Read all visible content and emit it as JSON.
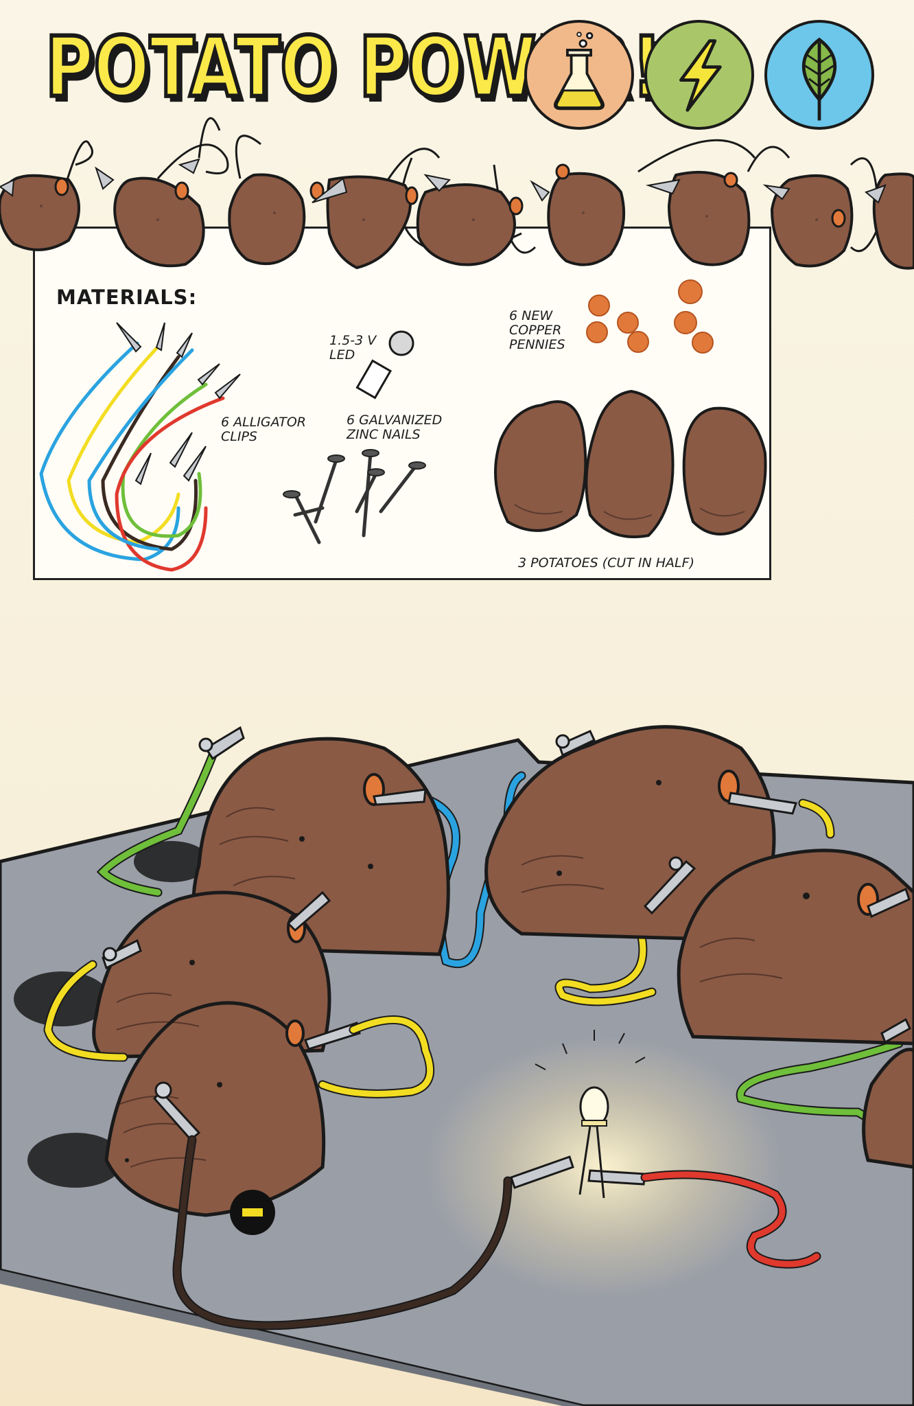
{
  "header": {
    "title": "POTATO POWER!",
    "badges": [
      {
        "icon": "flask-icon",
        "color": "#f1b98a"
      },
      {
        "icon": "lightning-icon",
        "color": "#a9c769"
      },
      {
        "icon": "leaf-icon",
        "color": "#6cc7ea"
      }
    ]
  },
  "materials": {
    "heading": "MATERIALS:",
    "items": {
      "led": [
        "1.5-3 V",
        "LED"
      ],
      "pennies": [
        "6 NEW",
        "COPPER",
        "PENNIES"
      ],
      "clips": [
        "6 ALLIGATOR",
        "CLIPS"
      ],
      "nails": [
        "6 GALVANIZED",
        "ZINC NAILS"
      ],
      "potatoes": [
        "3 POTATOES (CUT IN HALF)"
      ]
    }
  },
  "circuit": {
    "terminal_symbol": "−"
  },
  "colors": {
    "potato": "#8a5a45",
    "potato_dark": "#6e4434",
    "tray": "#9a9ea7",
    "penny": "#e1793a",
    "wire_blue": "#2aa3e0",
    "wire_yellow": "#f2dd22",
    "wire_green": "#6fbf3a",
    "wire_red": "#e0392e",
    "wire_brown": "#3a2a22"
  }
}
